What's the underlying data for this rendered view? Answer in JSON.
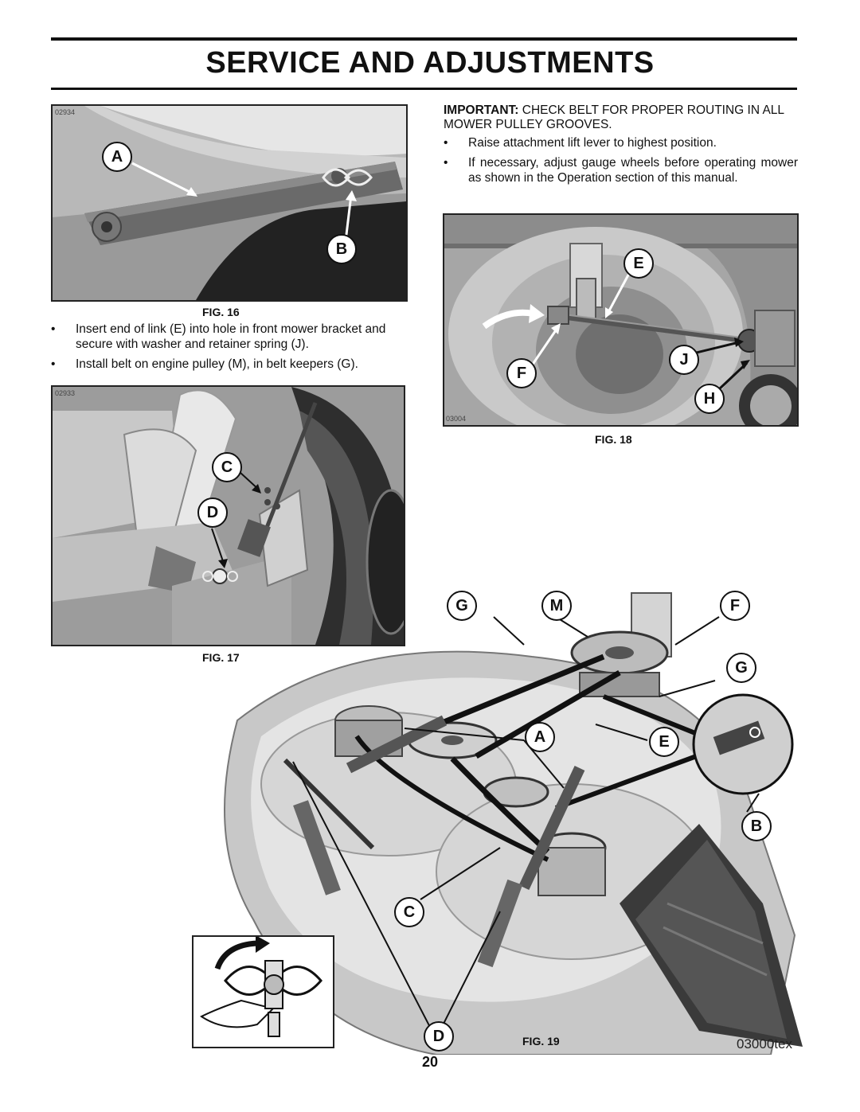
{
  "page": {
    "title": "SERVICE AND ADJUSTMENTS",
    "number": "20"
  },
  "fig16": {
    "code": "02934",
    "label": "FIG. 16",
    "callouts": [
      "A",
      "B"
    ]
  },
  "fig16_steps": [
    "Insert end of link (E) into hole in front mower bracket and secure with washer and retainer spring (J).",
    "Install belt on engine pulley (M), in belt keepers (G)."
  ],
  "fig17": {
    "code": "02933",
    "label": "FIG. 17",
    "callouts": [
      "C",
      "D"
    ]
  },
  "important": {
    "lead": "IMPORTANT:",
    "text": "CHECK BELT FOR PROPER ROUTING IN ALL MOWER PULLEY GROOVES."
  },
  "fig18_steps": [
    "Raise attachment lift lever to highest position.",
    "If necessary, adjust gauge wheels before operating mower as shown in the Operation section of this manual."
  ],
  "fig18": {
    "code": "03004",
    "label": "FIG. 18",
    "callouts": [
      "E",
      "J",
      "F",
      "H"
    ]
  },
  "fig19": {
    "code": "03000tex",
    "label": "FIG. 19",
    "callouts": [
      "G",
      "M",
      "F",
      "G",
      "A",
      "E",
      "B",
      "C",
      "D"
    ]
  }
}
